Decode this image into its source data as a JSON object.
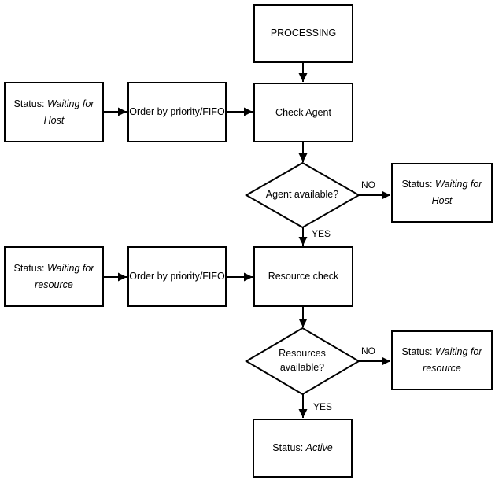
{
  "diagram": {
    "title_hint": "Job scheduling status flowchart",
    "colors": {
      "stroke": "#000000",
      "background": "#ffffff",
      "text": "#000000"
    },
    "nodes": {
      "processing": {
        "label": "PROCESSING"
      },
      "status_waiting_host_left": {
        "prefix": "Status:",
        "value": "Waiting for Host"
      },
      "order_by_priority_1": {
        "label": "Order by priority/FIFO"
      },
      "check_agent": {
        "label": "Check Agent"
      },
      "agent_available": {
        "label": "Agent available?"
      },
      "status_waiting_host_right": {
        "prefix": "Status:",
        "value": "Waiting for Host"
      },
      "status_waiting_resource_left": {
        "prefix": "Status:",
        "value": "Waiting for resource"
      },
      "order_by_priority_2": {
        "label": "Order by priority/FIFO"
      },
      "resource_check": {
        "label": "Resource check"
      },
      "resources_available": {
        "label": "Resources available?"
      },
      "status_waiting_resource_right": {
        "prefix": "Status:",
        "value": "Waiting for resource"
      },
      "status_active": {
        "prefix": "Status:",
        "value": "Active"
      }
    },
    "edge_labels": {
      "agent_no": "NO",
      "agent_yes": "YES",
      "resource_no": "NO",
      "resource_yes": "YES"
    }
  }
}
